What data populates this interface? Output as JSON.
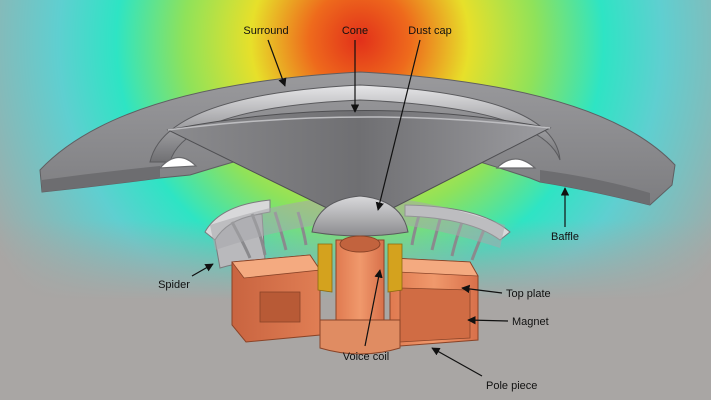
{
  "labels": {
    "surround": "Surround",
    "cone": "Cone",
    "dust_cap": "Dust cap",
    "baffle": "Baffle",
    "spider": "Spider",
    "top_plate": "Top plate",
    "magnet": "Magnet",
    "voice_coil": "Voice coil",
    "pole_piece": "Pole piece"
  },
  "colors": {
    "background_gray": "#a9a6a4",
    "field_hot": "#e2301a",
    "field_mid": "#e7e02a",
    "field_cool": "#2ee4c4",
    "metal_gray": "#9a9a9c",
    "copper": "#e8845a",
    "coil_gold": "#d4a21e",
    "label_text": "#111111"
  }
}
